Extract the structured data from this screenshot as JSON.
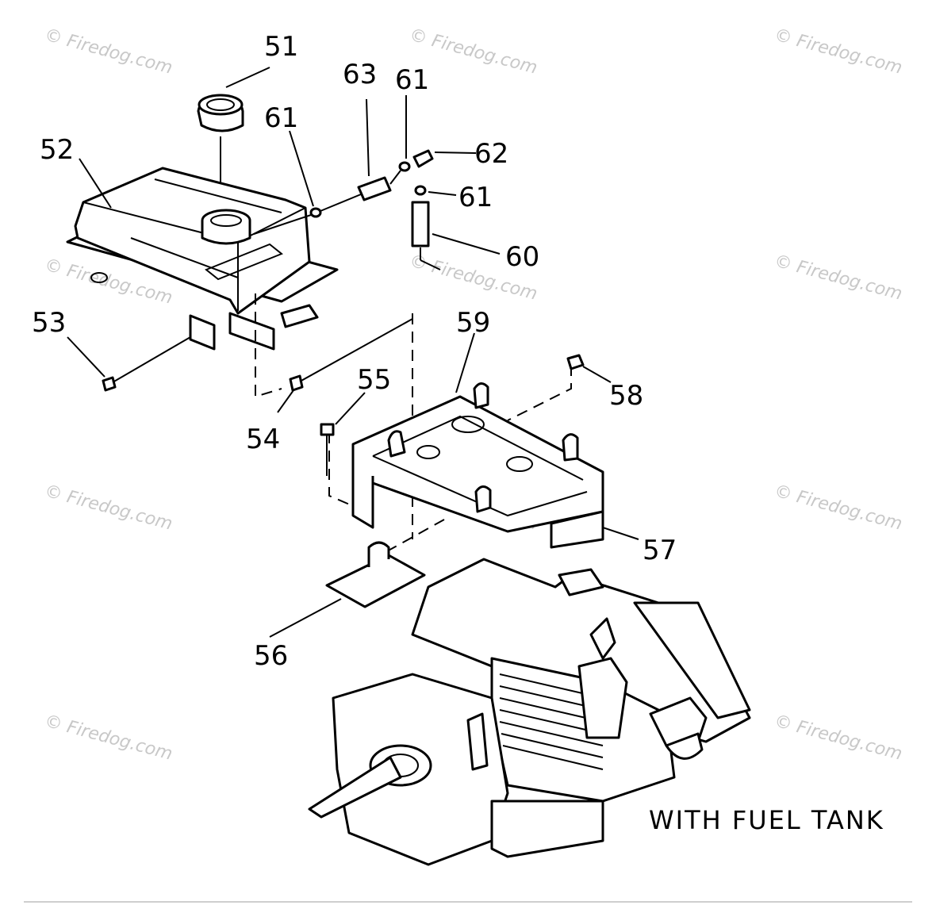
{
  "watermark_text": "© Firedog.com",
  "caption": "WITH FUEL TANK",
  "callouts": [
    "51",
    "52",
    "53",
    "54",
    "55",
    "56",
    "57",
    "58",
    "59",
    "60",
    "61",
    "61",
    "61",
    "62",
    "63"
  ]
}
